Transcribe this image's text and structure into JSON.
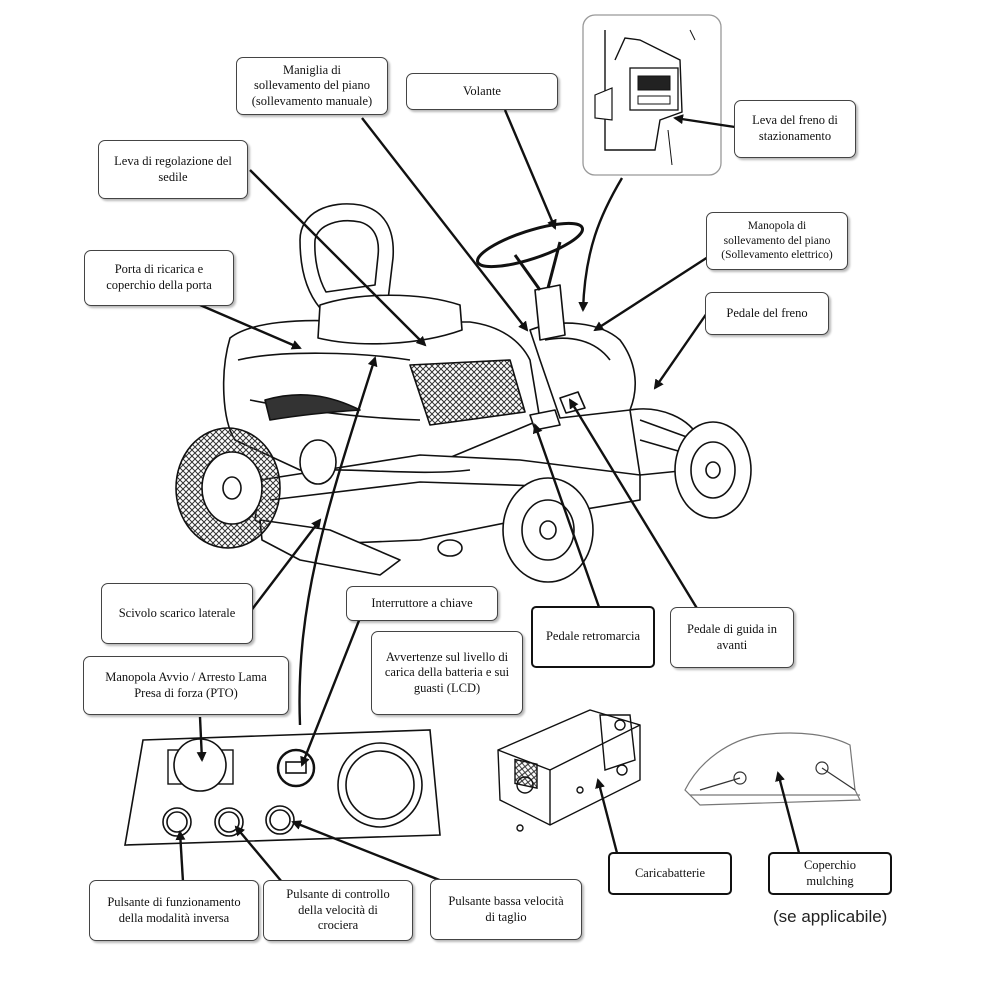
{
  "labels": {
    "lift_handle": "Maniglia di\nsollevamento del piano\n(sollevamento manuale)",
    "steering_wheel": "Volante",
    "parking_brake": "Leva del freno di\nstazionamento",
    "seat_adjust": "Leva di regolazione del\nsedile",
    "lift_knob": "Manopola di\nsollevamento del piano\n(Sollevamento elettrico)",
    "charge_port": "Porta di ricarica e\ncoperchio della porta",
    "brake_pedal": "Pedale del freno",
    "side_chute": "Scivolo scarico laterale",
    "key_switch": "Interruttore a chiave",
    "reverse_pedal": "Pedale retromarcia",
    "forward_pedal": "Pedale di guida in\navanti",
    "battery_lcd": "Avvertenze sul livello di\ncarica della batteria e sui\nguasti (LCD)",
    "pto_knob": "Manopola Avvio / Arresto Lama\nPresa di forza (PTO)",
    "reverse_mode_button": "Pulsante di funzionamento\ndella modalità inversa",
    "cruise_button": "Pulsante di controllo\ndella velocità di\ncrociera",
    "low_speed_button": "Pulsante bassa velocità\ndi taglio",
    "charger": "Caricabatterie",
    "mulching_cover": "Coperchio\nmulching"
  },
  "note": "(se applicabile)",
  "colors": {
    "line": "#111111",
    "box_border": "#444444",
    "background": "#ffffff"
  }
}
